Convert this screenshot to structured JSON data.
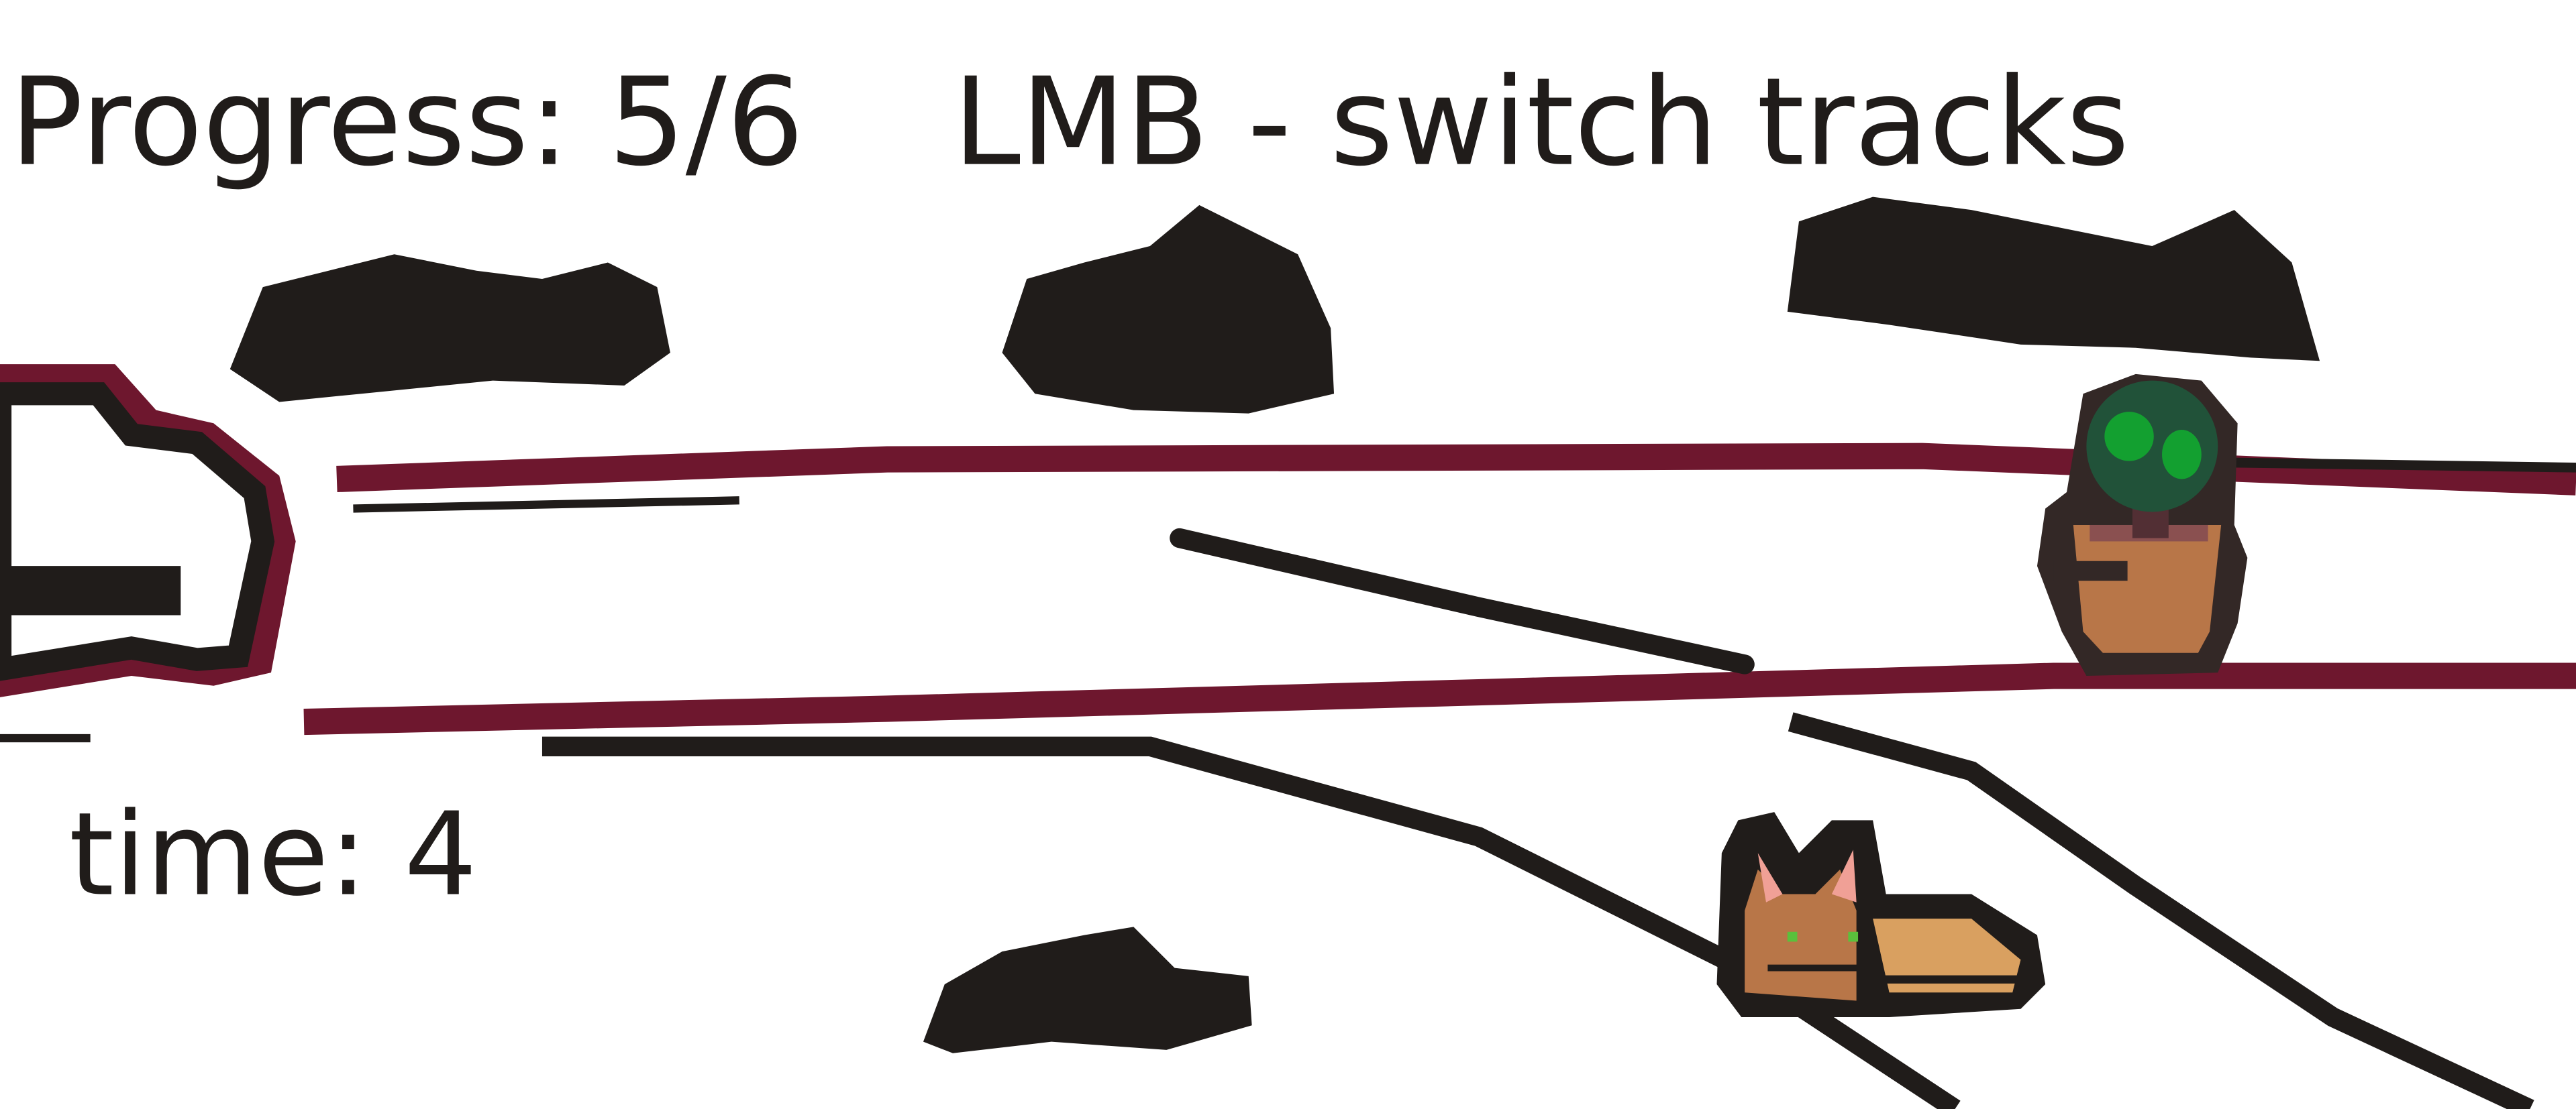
{
  "hud": {
    "progress_label": "Progress: 5/6",
    "hint_label": "LMB - switch tracks",
    "time_label": "time: 4"
  },
  "colors": {
    "ink": "#201c1a",
    "track_active": "#6e172e",
    "pot": "#b87648",
    "leaf": "#13a030",
    "leaf_dark": "#215239",
    "cat": "#b87648",
    "cat_light": "#d9a060",
    "cat_ear": "#f0a096",
    "cat_eye": "#5ac03c"
  }
}
